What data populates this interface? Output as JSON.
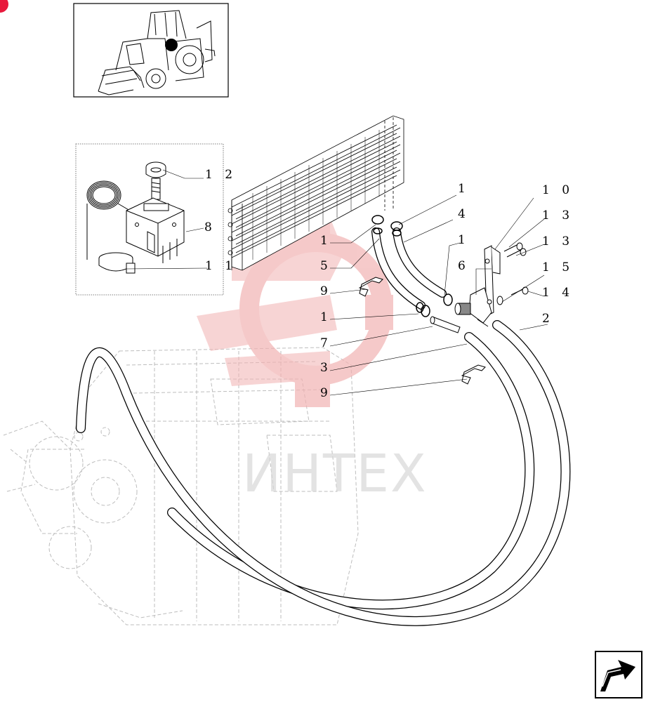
{
  "watermark": {
    "text": "ИНТЕХ",
    "color": "#f2b3b3"
  },
  "callouts": [
    {
      "id": "label-12a",
      "text": "1 2"
    },
    {
      "id": "label-8",
      "text": "8"
    },
    {
      "id": "label-11",
      "text": "1 1"
    },
    {
      "id": "label-1a",
      "text": "1"
    },
    {
      "id": "label-10",
      "text": "1 0"
    },
    {
      "id": "label-4",
      "text": "4"
    },
    {
      "id": "label-13a",
      "text": "1 3"
    },
    {
      "id": "label-1b",
      "text": "1"
    },
    {
      "id": "label-1c",
      "text": "1"
    },
    {
      "id": "label-13b",
      "text": "1 3"
    },
    {
      "id": "label-5",
      "text": "5"
    },
    {
      "id": "label-6",
      "text": "6"
    },
    {
      "id": "label-15",
      "text": "1 5"
    },
    {
      "id": "label-9a",
      "text": "9"
    },
    {
      "id": "label-14",
      "text": "1 4"
    },
    {
      "id": "label-2",
      "text": "2"
    },
    {
      "id": "label-1d",
      "text": "1"
    },
    {
      "id": "label-7",
      "text": "7"
    },
    {
      "id": "label-3",
      "text": "3"
    },
    {
      "id": "label-9b",
      "text": "9"
    }
  ],
  "nav": {
    "icon": "arrow-next-icon"
  }
}
